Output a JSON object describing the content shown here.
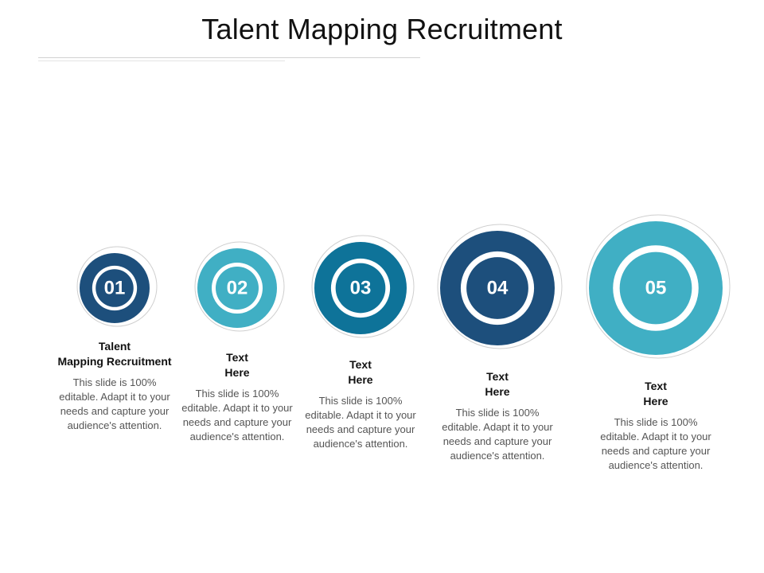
{
  "title": "Talent Mapping Recruitment",
  "colors": {
    "dark_blue": "#1d4f7c",
    "light_teal": "#40afc4",
    "mid_teal": "#0e7399",
    "ring_gap": "#ffffff",
    "halo": "#cfcfcf"
  },
  "steps": [
    {
      "number": "01",
      "heading": "Talent\nMapping Recruitment",
      "body": "This slide is 100% editable. Adapt it to your needs and capture your audience's attention.",
      "color": "#1d4f7c"
    },
    {
      "number": "02",
      "heading": "Text\nHere",
      "body": "This slide is 100% editable. Adapt it to your needs and capture your audience's attention.",
      "color": "#40afc4"
    },
    {
      "number": "03",
      "heading": "Text\nHere",
      "body": "This slide is 100% editable. Adapt it to your needs and capture your audience's attention.",
      "color": "#0e7399"
    },
    {
      "number": "04",
      "heading": "Text\nHere",
      "body": "This slide is 100% editable. Adapt it to your needs and capture your audience's attention.",
      "color": "#1d4f7c"
    },
    {
      "number": "05",
      "heading": "Text\nHere",
      "body": "This slide is 100% editable. Adapt it to your needs and capture your audience's attention.",
      "color": "#40afc4"
    }
  ]
}
